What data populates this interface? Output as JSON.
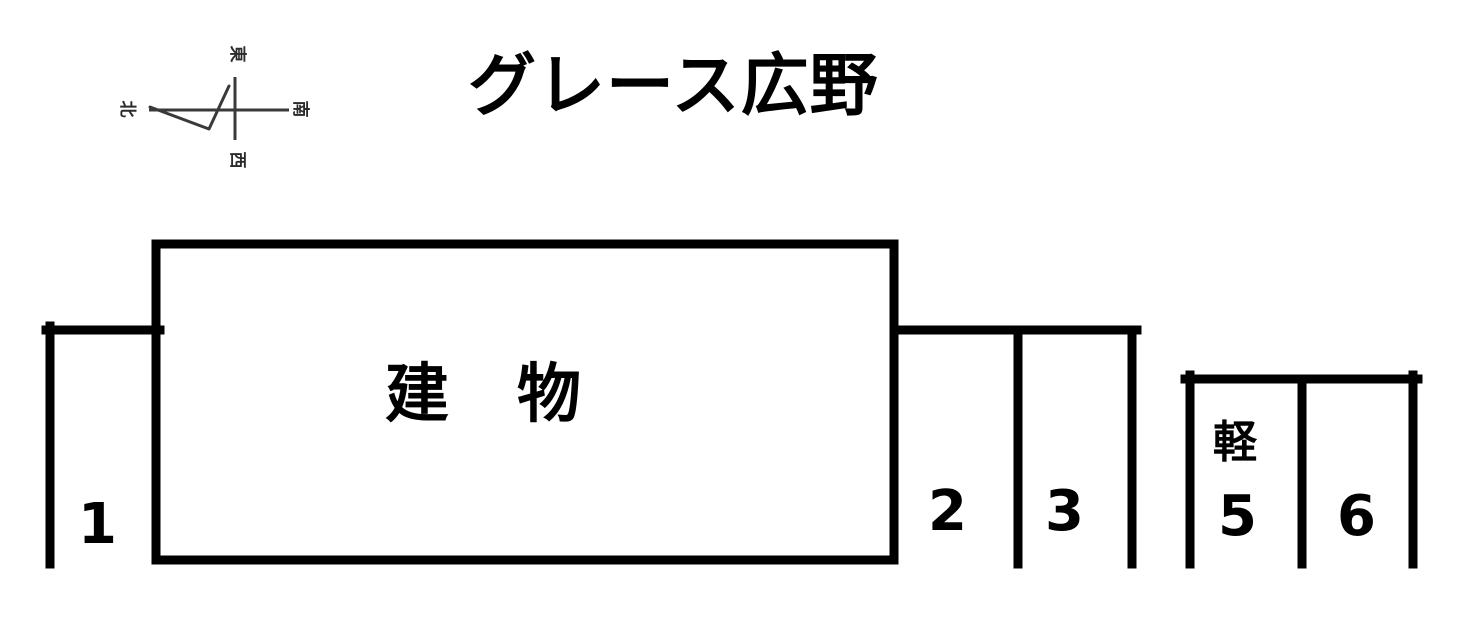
{
  "title": "グレース広野",
  "building": {
    "label": "建　物"
  },
  "compass": {
    "north": "北",
    "east": "東",
    "south": "南",
    "west": "西"
  },
  "stalls": [
    {
      "number": "1",
      "kei": ""
    },
    {
      "number": "2",
      "kei": ""
    },
    {
      "number": "3",
      "kei": ""
    },
    {
      "number": "5",
      "kei": "軽"
    },
    {
      "number": "6",
      "kei": ""
    }
  ],
  "colors": {
    "stroke": "#000000",
    "background": "#ffffff",
    "compass_stroke": "#3a3a3a"
  }
}
